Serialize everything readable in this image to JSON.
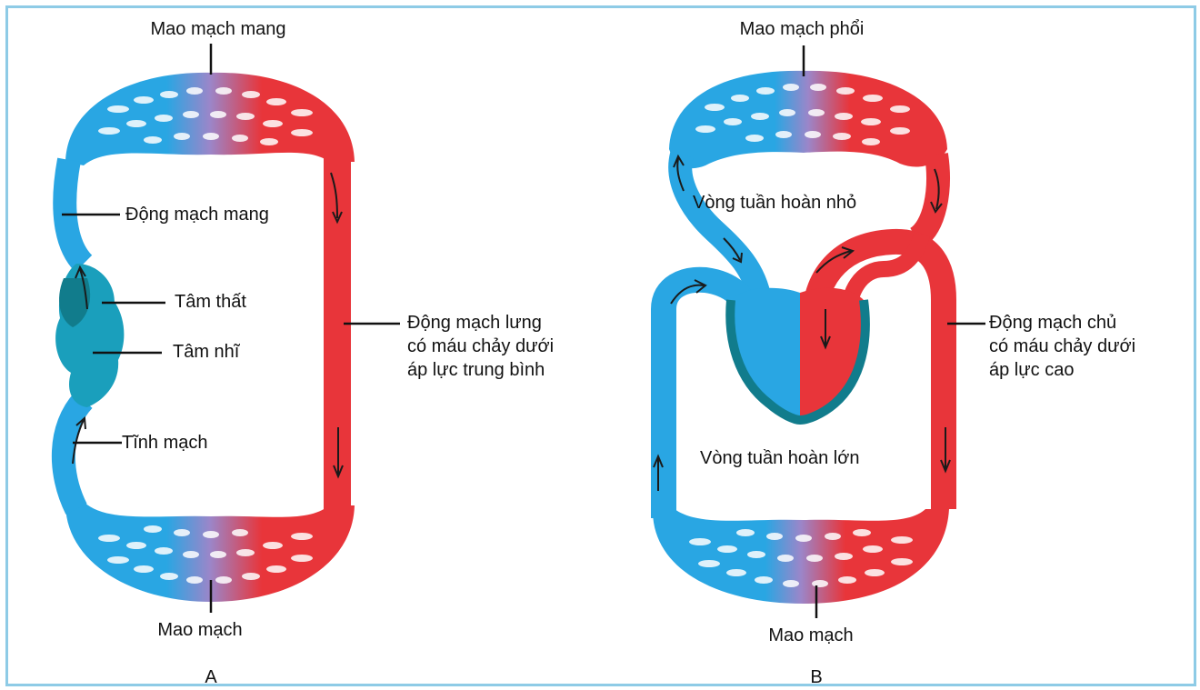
{
  "colors": {
    "oxygen_poor": "#29a6e3",
    "oxygen_rich": "#e8353a",
    "heart_teal": "#117c8c",
    "border": "#8ecbe6"
  },
  "diagram_a": {
    "panel_label": "A",
    "gill_capillaries": "Mao mạch mang",
    "gill_artery": "Động mạch mang",
    "ventricle": "Tâm thất",
    "atrium": "Tâm nhĩ",
    "vein": "Tĩnh mạch",
    "dorsal_aorta": "Động mạch lưng\ncó máu chảy dưới\náp lực trung bình",
    "body_capillaries": "Mao mạch"
  },
  "diagram_b": {
    "panel_label": "B",
    "lung_capillaries": "Mao mạch phổi",
    "pulmonary_circuit": "Vòng tuần hoàn nhỏ",
    "systemic_circuit": "Vòng tuần hoàn lớn",
    "aorta": "Động mạch chủ\ncó máu chảy dưới\náp lực cao",
    "body_capillaries": "Mao mạch"
  }
}
